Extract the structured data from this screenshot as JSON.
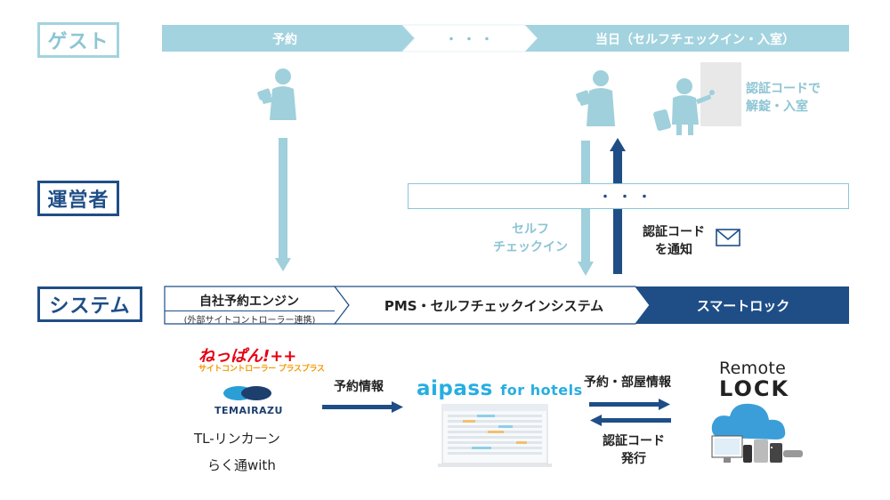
{
  "roles": {
    "guest": "ゲスト",
    "operator": "運営者",
    "system": "システム"
  },
  "guest_phases": {
    "reserve": "予約",
    "ellipsis": "・・・",
    "day_of": "当日（セルフチェックイン・入室）"
  },
  "guest_labels": {
    "unlock_line1": "認証コードで",
    "unlock_line2": "解錠・入室"
  },
  "operator": {
    "ellipsis": "・・・",
    "self_checkin_line1": "セルフ",
    "self_checkin_line2": "チェックイン",
    "notify_line1": "認証コード",
    "notify_line2": "を通知"
  },
  "system_band": {
    "booking_engine": "自社予約エンジン",
    "booking_engine_sub": "(外部サイトコントローラー連携)",
    "pms": "PMS・セルフチェックインシステム",
    "smartlock": "スマートロック"
  },
  "bottom": {
    "left_brand1": "ねっぱん!++",
    "left_brand1_sub": "サイトコントローラー プラスプラス",
    "left_brand2": "TEMAIRAZU",
    "left_text1": "TL-リンカーン",
    "left_text2": "らく通with",
    "flow_label_left": "予約情報",
    "center_brand": "aipass",
    "center_brand_suffix": "for hotels",
    "flow_label_right_top": "予約・部屋情報",
    "flow_label_right_bottom1": "認証コード",
    "flow_label_right_bottom2": "発行",
    "right_brand_line1": "Remote",
    "right_brand_line2": "LOCK"
  },
  "colors": {
    "light_blue": "#8cc5d4",
    "arrow_light_blue": "#9fd0dc",
    "navy": "#1f4e87",
    "dark_navy": "#0f3a6e"
  }
}
